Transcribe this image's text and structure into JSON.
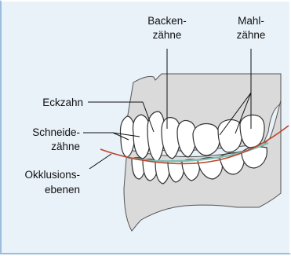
{
  "labels": {
    "backenzaehne_1": "Backen-",
    "backenzaehne_2": "zähne",
    "mahlzaehne_1": "Mahl-",
    "mahlzaehne_2": "zähne",
    "eckzahn": "Eckzahn",
    "schneidezaehne_1": "Schneide-",
    "schneidezaehne_2": "zähne",
    "okklusionsebenen_1": "Okklusions-",
    "okklusionsebenen_2": "ebenen"
  },
  "colors": {
    "background": "#e9f1f9",
    "bone": "#dadada",
    "occlusal_line": "#c0432b",
    "gum_contact": "#7dbfb3"
  }
}
